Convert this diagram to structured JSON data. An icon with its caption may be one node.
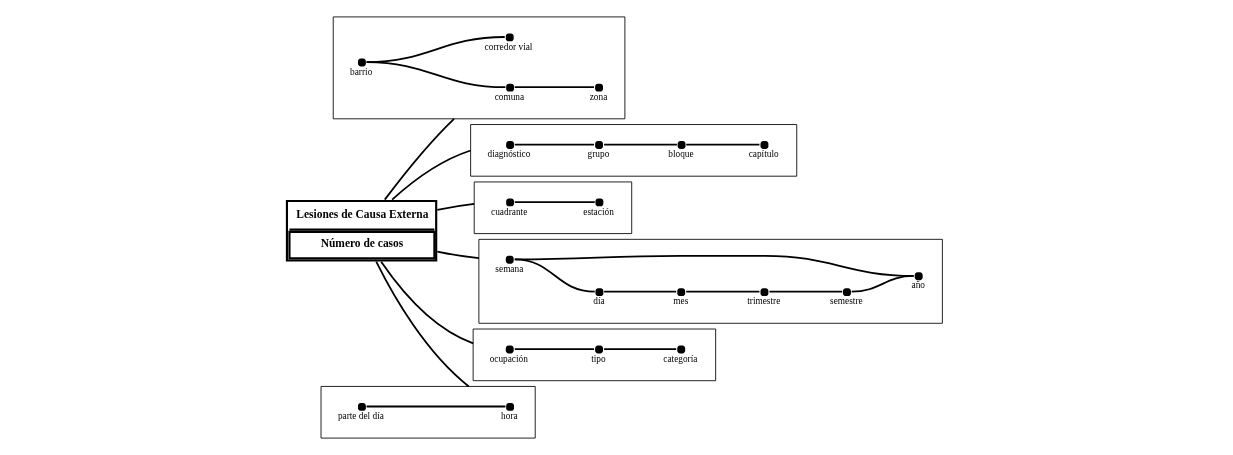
{
  "diagram": {
    "nodes": [
      {
        "text": [],
        "shape": "box"
      },
      {
        "text": [],
        "shape": "circle",
        "beside": [
          "cuadrante"
        ],
        "in": 0
      },
      {
        "text": [],
        "shape": "circle",
        "beside": [
          "estación"
        ],
        "in": 0
      },
      {
        "text": [],
        "shape": "box"
      },
      {
        "text": [],
        "shape": "circle",
        "beside": [
          "semana"
        ],
        "in": 3
      },
      {
        "text": [],
        "shape": "circle",
        "beside": [
          "año"
        ],
        "in": 3
      },
      {
        "text": [],
        "shape": "circle",
        "beside": [
          "día"
        ],
        "in": 3
      },
      {
        "text": [],
        "shape": "circle",
        "beside": [
          "semestre"
        ],
        "in": 3
      },
      {
        "text": [],
        "shape": "circle",
        "beside": [
          "trimestre"
        ],
        "in": 3
      },
      {
        "text": [],
        "shape": "circle",
        "beside": [
          "mes"
        ],
        "in": 3
      },
      {
        "text": [],
        "shape": "box"
      },
      {
        "text": [],
        "shape": "circle",
        "beside": [
          "comuna"
        ],
        "in": 10
      },
      {
        "text": [],
        "shape": "circle",
        "beside": [
          "zona"
        ],
        "in": 10
      },
      {
        "text": [],
        "shape": "circle",
        "beside": [
          "barrio"
        ],
        "in": 10
      },
      {
        "text": [],
        "shape": "circle",
        "beside": [
          "corredor vial"
        ],
        "in": 10
      },
      {
        "text": [
          "Lesiones de Causa Externa",
          "Número de casos"
        ]
      },
      {
        "text": [],
        "shape": "box"
      },
      {
        "text": [],
        "shape": "circle",
        "beside": [
          "hora"
        ],
        "in": 16
      },
      {
        "text": [],
        "shape": "circle",
        "beside": [
          "parte del día"
        ],
        "in": 16
      },
      {
        "text": [],
        "shape": "box"
      },
      {
        "text": [],
        "shape": "circle",
        "beside": [
          "diagnóstico"
        ],
        "in": 19
      },
      {
        "text": [],
        "shape": "circle",
        "beside": [
          "grupo"
        ],
        "in": 19
      },
      {
        "text": [],
        "shape": "circle",
        "beside": [
          "bloque"
        ],
        "in": 19
      },
      {
        "text": [],
        "shape": "circle",
        "beside": [
          "capítulo"
        ],
        "in": 19
      },
      {
        "text": [],
        "shape": "box"
      },
      {
        "text": [],
        "shape": "circle",
        "beside": [
          "ocupación"
        ],
        "in": 24
      },
      {
        "text": [],
        "shape": "circle",
        "beside": [
          "tipo"
        ],
        "in": 24
      },
      {
        "text": [],
        "shape": "circle",
        "beside": [
          "categoría"
        ],
        "in": 24
      }
    ],
    "edges": [
      {
        "from": 15,
        "to": 0,
        "arrow": "none"
      },
      {
        "from": 15,
        "to": 3,
        "arrow": "none"
      },
      {
        "from": 15,
        "to": 10,
        "arrow": "none"
      },
      {
        "from": 15,
        "to": 16,
        "arrow": "none"
      },
      {
        "from": 15,
        "to": 19,
        "arrow": "none"
      },
      {
        "from": 15,
        "to": 24,
        "arrow": "none"
      },
      {
        "from": 1,
        "to": 2,
        "arrow": "none"
      },
      {
        "from": 5,
        "to": 4,
        "arrow": "none"
      },
      {
        "from": 4,
        "to": 6,
        "arrow": "none"
      },
      {
        "from": 6,
        "to": 9,
        "arrow": "none"
      },
      {
        "from": 9,
        "to": 8,
        "arrow": "none"
      },
      {
        "from": 8,
        "to": 7,
        "arrow": "none"
      },
      {
        "from": 7,
        "to": 5,
        "arrow": "none"
      },
      {
        "from": 13,
        "to": 11,
        "arrow": "none"
      },
      {
        "from": 11,
        "to": 12,
        "arrow": "none"
      },
      {
        "from": 13,
        "to": 14,
        "arrow": "none"
      },
      {
        "from": 18,
        "to": 17,
        "arrow": "none"
      },
      {
        "from": 20,
        "to": 21,
        "arrow": "none"
      },
      {
        "from": 21,
        "to": 22,
        "arrow": "none"
      },
      {
        "from": 22,
        "to": 23,
        "arrow": "none"
      },
      {
        "from": 25,
        "to": 26,
        "arrow": "none"
      },
      {
        "from": 26,
        "to": 27,
        "arrow": "none"
      }
    ]
  }
}
